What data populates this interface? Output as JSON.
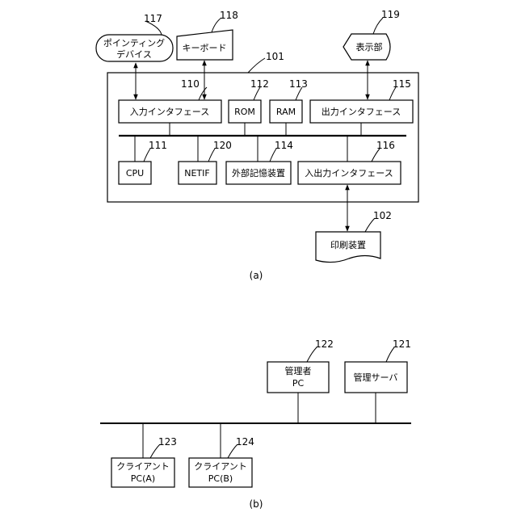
{
  "figure_a": {
    "caption": "(a)",
    "system_ref": "101",
    "pointing_device": {
      "line1": "ポインティング",
      "line2": "デバイス",
      "ref": "117"
    },
    "keyboard": {
      "label": "キーボード",
      "ref": "118"
    },
    "display": {
      "label": "表示部",
      "ref": "119"
    },
    "input_interface": {
      "label": "入力インタフェース",
      "ref": "110"
    },
    "rom": {
      "label": "ROM",
      "ref": "112"
    },
    "ram": {
      "label": "RAM",
      "ref": "113"
    },
    "output_interface": {
      "label": "出力インタフェース",
      "ref": "115"
    },
    "cpu": {
      "label": "CPU",
      "ref": "111"
    },
    "netif": {
      "label": "NETIF",
      "ref": "120"
    },
    "external_storage": {
      "label": "外部記憶装置",
      "ref": "114"
    },
    "io_interface": {
      "label": "入出力インタフェース",
      "ref": "116"
    },
    "printer": {
      "label": "印刷装置",
      "ref": "102"
    }
  },
  "figure_b": {
    "caption": "(b)",
    "admin_pc": {
      "line1": "管理者",
      "line2": "PC",
      "ref": "122"
    },
    "management_server": {
      "label": "管理サーバ",
      "ref": "121"
    },
    "client_a": {
      "line1": "クライアント",
      "line2": "PC(A)",
      "ref": "123"
    },
    "client_b": {
      "line1": "クライアント",
      "line2": "PC(B)",
      "ref": "124"
    }
  }
}
